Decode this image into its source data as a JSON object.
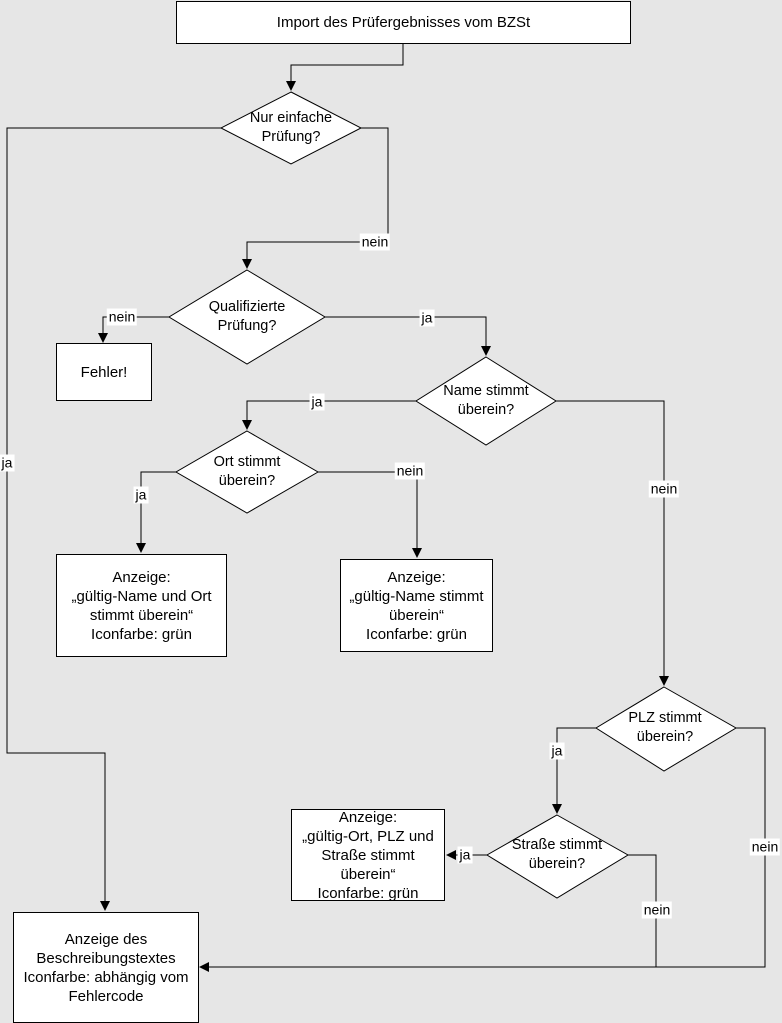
{
  "nodes": {
    "import": [
      "Import des Prüfergebnisses vom BZSt"
    ],
    "fehler": [
      "Fehler!"
    ],
    "anzeige_name_ort": [
      "Anzeige:",
      "„gültig-Name und Ort",
      "stimmt überein“",
      "Iconfarbe: grün"
    ],
    "anzeige_name": [
      "Anzeige:",
      "„gültig-Name stimmt",
      "überein“",
      "Iconfarbe: grün"
    ],
    "anzeige_ort_plz_strasse": [
      "Anzeige:",
      "„gültig-Ort, PLZ und",
      "Straße stimmt",
      "überein“",
      "Iconfarbe: grün"
    ],
    "anzeige_beschreibung": [
      "Anzeige des",
      "Beschreibungstextes",
      "Iconfarbe: abhängig vom",
      "Fehlercode"
    ]
  },
  "decisions": {
    "einfach": [
      "Nur einfache",
      "Prüfung?"
    ],
    "qualifiziert": [
      "Qualifizierte",
      "Prüfung?"
    ],
    "name": [
      "Name stimmt",
      "überein?"
    ],
    "ort": [
      "Ort stimmt",
      "überein?"
    ],
    "plz": [
      "PLZ stimmt",
      "überein?"
    ],
    "strasse": [
      "Straße stimmt",
      "überein?"
    ]
  },
  "edge_labels": {
    "einfach_ja": "ja",
    "einfach_nein": "nein",
    "qualifiziert_nein": "nein",
    "qualifiziert_ja": "ja",
    "name_ja": "ja",
    "name_nein": "nein",
    "ort_ja": "ja",
    "ort_nein": "nein",
    "plz_ja": "ja",
    "plz_nein": "nein",
    "strasse_ja": "ja",
    "strasse_nein": "nein"
  },
  "colors": {
    "background": "#e6e6e6",
    "shape_fill": "#ffffff",
    "stroke": "#000000"
  }
}
